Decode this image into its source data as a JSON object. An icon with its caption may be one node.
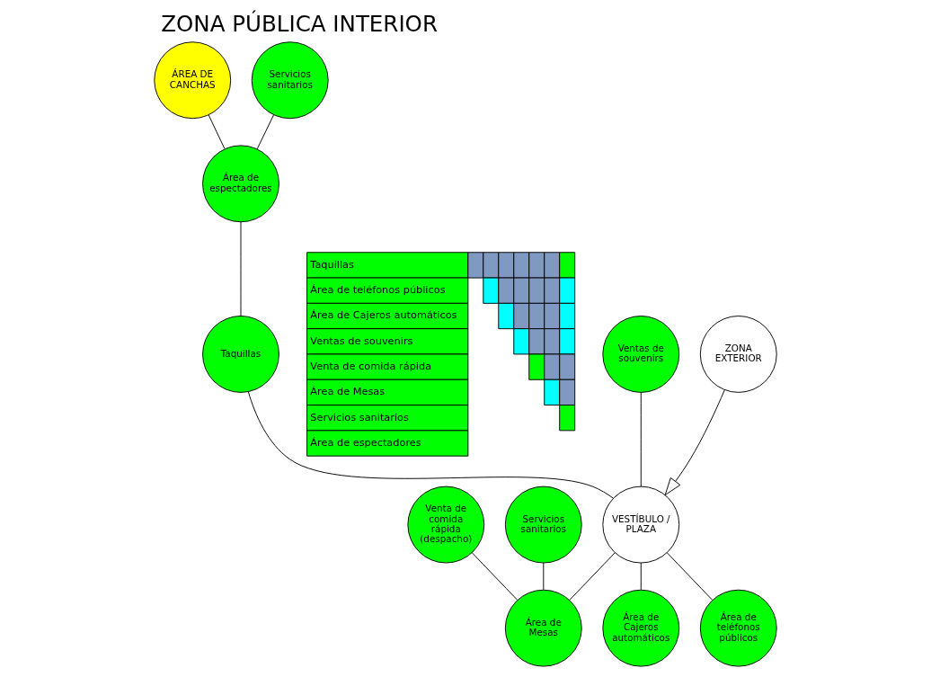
{
  "diagram": {
    "title": "ZONA PÚBLICA INTERIOR",
    "nodes": [
      {
        "text": [
          "ÁREA DE CANCHAS"
        ]
      },
      {
        "text": [
          "Servicios sanitarios"
        ]
      },
      {
        "text": [
          "Área de espectadores"
        ]
      },
      {
        "text": [
          "Taquillas"
        ]
      },
      {
        "text": [
          "Venta de comida rápida (despacho)"
        ]
      },
      {
        "text": [
          "Servicios sanitarios"
        ]
      },
      {
        "text": [
          "Ventas de souvenirs"
        ]
      },
      {
        "text": [
          "VESTÍBULO / PLAZA"
        ]
      },
      {
        "text": [
          "Área de Mesas"
        ]
      },
      {
        "text": [
          "Área de Cajeros automáticos"
        ]
      },
      {
        "text": [
          "Área de teléfonos públicos"
        ]
      },
      {
        "text": [
          "ZONA EXTERIOR"
        ]
      }
    ],
    "edges": [
      {
        "from": 0,
        "to": 2,
        "arrow": "none"
      },
      {
        "from": 1,
        "to": 2,
        "arrow": "none"
      },
      {
        "from": 2,
        "to": 3,
        "arrow": "none"
      },
      {
        "from": 3,
        "to": 7,
        "arrow": "none"
      },
      {
        "from": 4,
        "to": 8,
        "arrow": "none"
      },
      {
        "from": 5,
        "to": 8,
        "arrow": "none"
      },
      {
        "from": 6,
        "to": 7,
        "arrow": "none"
      },
      {
        "from": 7,
        "to": 8,
        "arrow": "none"
      },
      {
        "from": 7,
        "to": 9,
        "arrow": "none"
      },
      {
        "from": 7,
        "to": 10,
        "arrow": "none"
      },
      {
        "from": 11,
        "to": 7,
        "arrow": "to"
      }
    ],
    "labels": [
      "Taquillas",
      "Área de teléfonos públicos",
      "Área de Cajeros automáticos",
      "Ventas de souvenirs",
      "Venta de comida rápida",
      "Área de Mesas",
      "Servicios sanitarios",
      "Área de espectadores"
    ]
  }
}
